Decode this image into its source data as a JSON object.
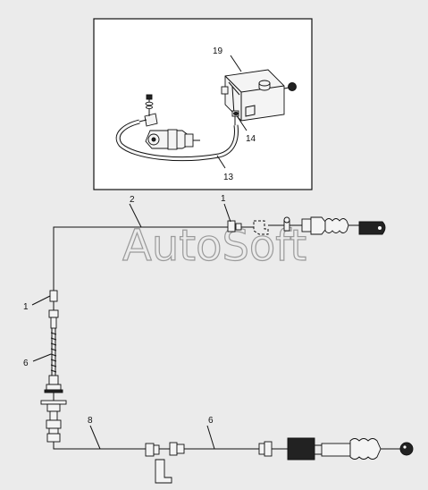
{
  "watermark": "AutoSoft",
  "callouts": {
    "c19": "19",
    "c14": "14",
    "c13": "13",
    "c2": "2",
    "c1_top": "1",
    "c1_left": "1",
    "c6_left": "6",
    "c8": "8",
    "c6_bottom": "6"
  }
}
